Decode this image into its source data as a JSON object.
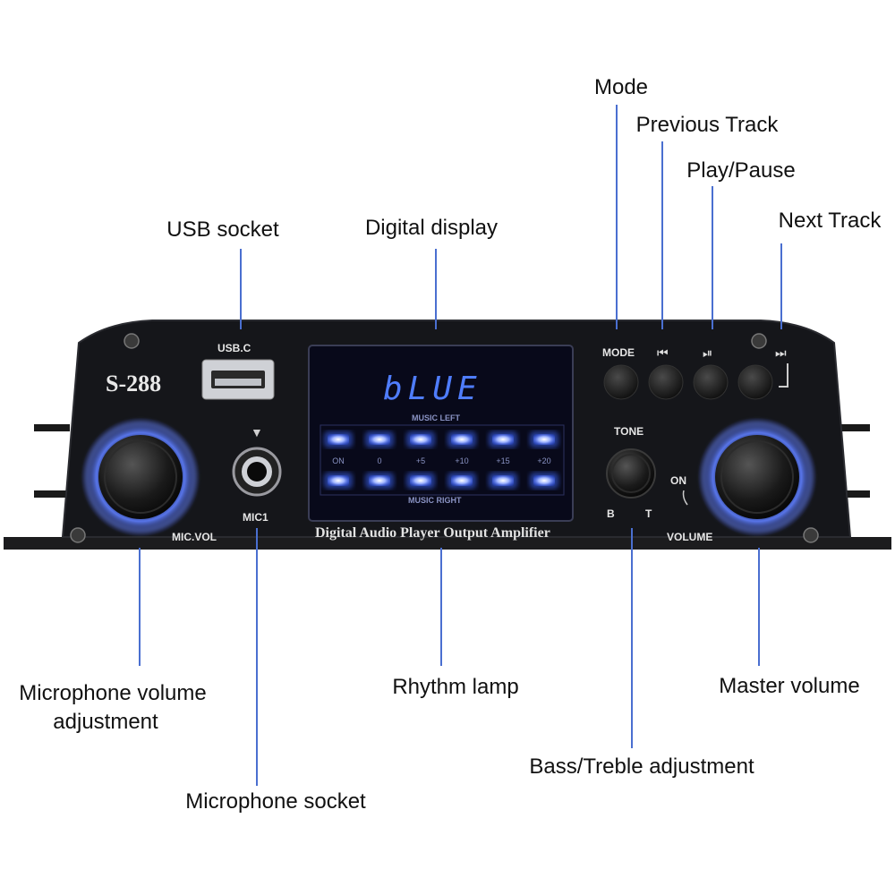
{
  "callouts": {
    "mode": "Mode",
    "previous_track": "Previous Track",
    "play_pause": "Play/Pause",
    "next_track": "Next Track",
    "usb_socket": "USB socket",
    "digital_display": "Digital display",
    "mic_volume_line1": "Microphone volume",
    "mic_volume_line2": "adjustment",
    "rhythm_lamp": "Rhythm lamp",
    "master_volume": "Master volume",
    "bass_treble": "Bass/Treble adjustment",
    "mic_socket": "Microphone socket"
  },
  "device": {
    "model": "S-288",
    "usb_label": "USB.C",
    "display_text": "bLUE",
    "music_left": "MUSIC LEFT",
    "music_right": "MUSIC RIGHT",
    "eq_labels": [
      "ON",
      "0",
      "+5",
      "+10",
      "+15",
      "+20"
    ],
    "mic_label": "MIC1",
    "mic_vol_label": "MIC.VOL",
    "tagline": "Digital Audio Player Output Amplifier",
    "mode_label": "MODE",
    "prev_symbol": "⏮",
    "play_symbol": "⏯",
    "next_symbol": "⏭",
    "tone_label": "TONE",
    "tone_b": "B",
    "tone_t": "T",
    "on_label": "ON",
    "volume_label": "VOLUME"
  },
  "colors": {
    "leader_line": "#4a6fd0",
    "panel": "#15161a",
    "led_blue": "#3f6bff",
    "glow": "#6f8cff"
  }
}
